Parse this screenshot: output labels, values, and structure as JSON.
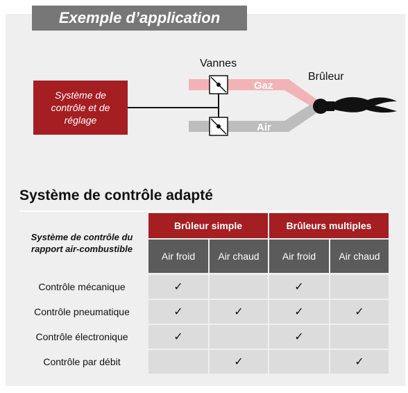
{
  "header": {
    "title": "Exemple d’application"
  },
  "diagram": {
    "control_box": "Système de contrôle et de réglage",
    "valves_label": "Vannes",
    "burner_label": "Brûleur",
    "gas_label": "Gaz",
    "air_label": "Air"
  },
  "table": {
    "title": "Système de contrôle adapté",
    "corner_label": "Système de contrôle du rapport air-combustible",
    "groups": [
      "Brûleur simple",
      "Brûleurs multiples"
    ],
    "subheaders": [
      "Air froid",
      "Air chaud",
      "Air froid",
      "Air chaud"
    ],
    "check_mark": "✓",
    "rows": [
      {
        "label": "Contrôle mécanique",
        "checks": [
          true,
          false,
          true,
          false
        ]
      },
      {
        "label": "Contrôle pneumatique",
        "checks": [
          true,
          true,
          true,
          true
        ]
      },
      {
        "label": "Contrôle électronique",
        "checks": [
          true,
          false,
          true,
          false
        ]
      },
      {
        "label": "Contrôle par débit",
        "checks": [
          false,
          true,
          false,
          true
        ]
      }
    ]
  },
  "colors": {
    "brand_red": "#a41e22",
    "gas_pipe": "#f2b3b6",
    "air_pipe": "#bdbdbd",
    "header_gray": "#777777",
    "subheader_gray": "#5b5b5b"
  }
}
